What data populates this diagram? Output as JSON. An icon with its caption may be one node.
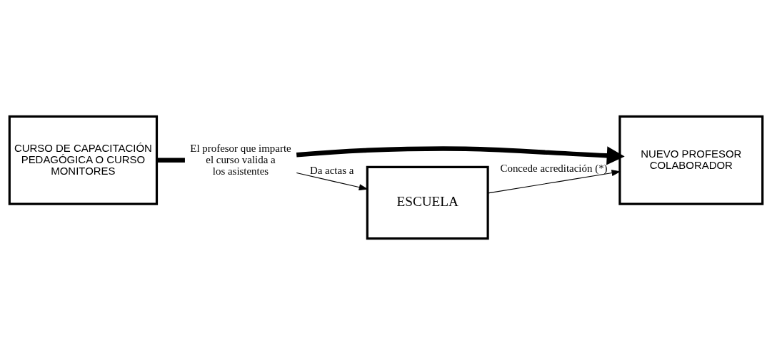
{
  "diagram": {
    "nodes": [
      {
        "text": [
          "CURSO DE CAPACITACIÓN PEDAGÓGICA O CURSO MONITORES"
        ]
      },
      {
        "text": [
          "El profesor que imparte el curso valida a los asistentes"
        ]
      },
      {
        "text": [
          "NUEVO PROFESOR COLABORADOR"
        ]
      },
      {
        "text": [
          "ESCUELA"
        ]
      }
    ],
    "edges": [
      {
        "from": 0,
        "to": 1,
        "arrow": "none",
        "style": "thick"
      },
      {
        "from": 1,
        "to": 2,
        "arrow": "to",
        "style": "thick"
      },
      {
        "from": 1,
        "to": 3,
        "arrow": "to",
        "label": "Da actas a"
      },
      {
        "from": 3,
        "to": 2,
        "arrow": "to",
        "label": "Concede acreditación (*)"
      }
    ]
  }
}
